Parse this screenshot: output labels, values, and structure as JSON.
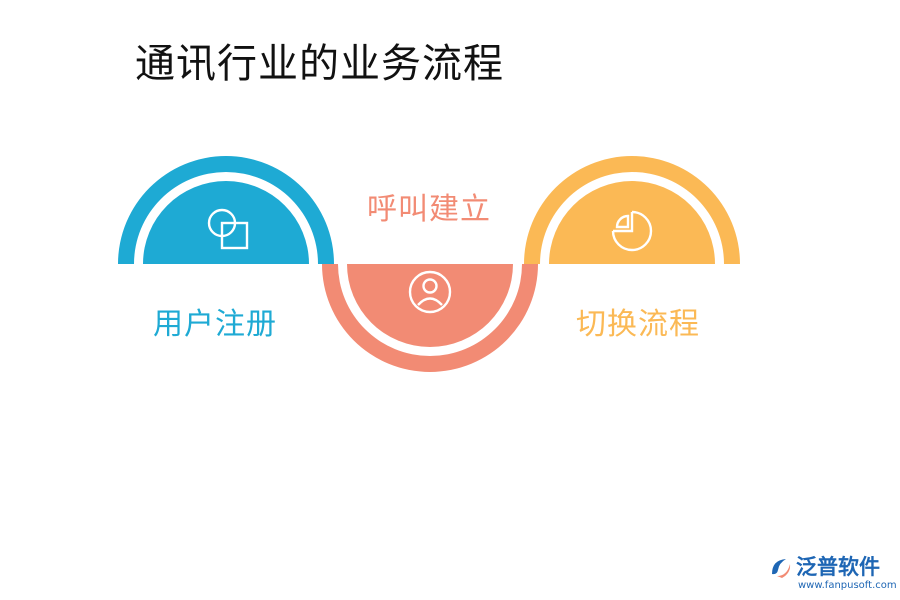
{
  "title": "通讯行业的业务流程",
  "colors": {
    "step1": "#1eaad4",
    "step2": "#f28b74",
    "step3": "#fbb955",
    "title": "#111111",
    "logo": "#1e66b4"
  },
  "steps": [
    {
      "label": "用户注册",
      "icon": "shapes-icon",
      "color": "#1eaad4"
    },
    {
      "label": "呼叫建立",
      "icon": "user-icon",
      "color": "#f28b74"
    },
    {
      "label": "切换流程",
      "icon": "pie-chart-icon",
      "color": "#fbb955"
    }
  ],
  "logo": {
    "name": "泛普软件",
    "url": "www.fanpusoft.com"
  }
}
